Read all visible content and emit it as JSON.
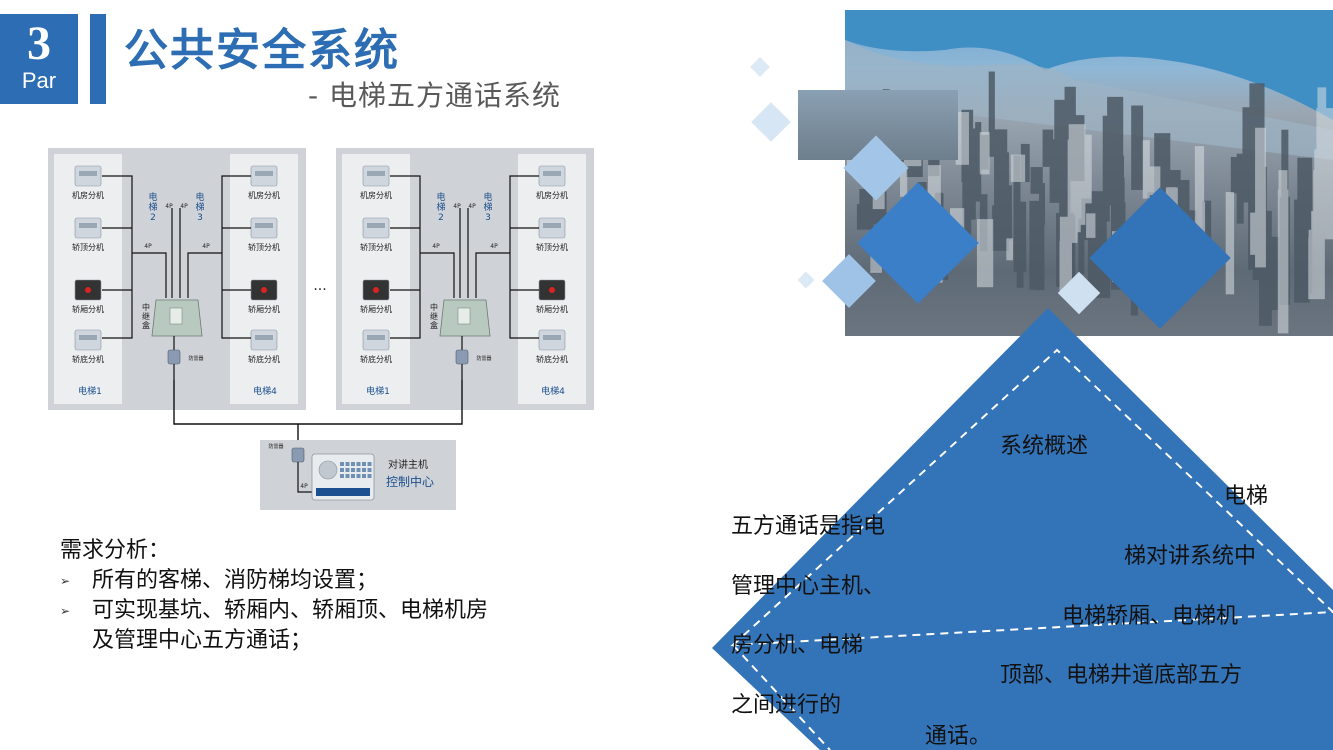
{
  "header": {
    "section_number": "3",
    "section_label": "Par",
    "title": "公共安全系统",
    "subtitle": "- 电梯五方通话系统"
  },
  "diagram": {
    "panels": [
      {
        "left_units": [
          "机房分机",
          "轿顶分机",
          "轿厢分机",
          "轿底分机"
        ],
        "right_units": [
          "机房分机",
          "轿顶分机",
          "轿厢分机",
          "轿底分机"
        ],
        "elevator_left": "电梯1",
        "elevator_right": "电梯4",
        "mid_labels": [
          "电\n梯\n2",
          "电\n梯\n3"
        ],
        "cable_label": "4P",
        "relay_box": "中\n继\n盒",
        "lightning": "防雷器"
      },
      {
        "left_units": [
          "机房分机",
          "轿顶分机",
          "轿厢分机",
          "轿底分机"
        ],
        "right_units": [
          "机房分机",
          "轿顶分机",
          "轿厢分机",
          "轿底分机"
        ],
        "elevator_left": "电梯1",
        "elevator_right": "电梯4",
        "mid_labels": [
          "电\n梯\n2",
          "电\n梯\n3"
        ],
        "cable_label": "4P",
        "relay_box": "中\n继\n盒",
        "lightning": "防雷器"
      }
    ],
    "ellipsis": "...",
    "host": {
      "label": "对讲主机",
      "center": "控制中心",
      "lightning": "防雷器",
      "cable_label": "4P"
    }
  },
  "requirements": {
    "heading": "需求分析：",
    "items": [
      "所有的客梯、消防梯均设置；",
      "可实现基坑、轿厢内、轿厢顶、电梯机房",
      "及管理中心五方通话；"
    ]
  },
  "overview": {
    "heading": "系统概述",
    "lines": [
      "电梯",
      "五方通话是指电",
      "梯对讲系统中",
      "管理中心主机、",
      "电梯轿厢、电梯机",
      "房分机、电梯",
      "顶部、电梯井道底部五方",
      "之间进行的",
      "通话。"
    ]
  },
  "colors": {
    "brand_blue": "#2c6db3",
    "triangle_blue": "#3373b7",
    "light_diamond": "#cfe0f1",
    "mid_diamond": "#9fc3e6",
    "subtitle_gray": "#595959"
  }
}
